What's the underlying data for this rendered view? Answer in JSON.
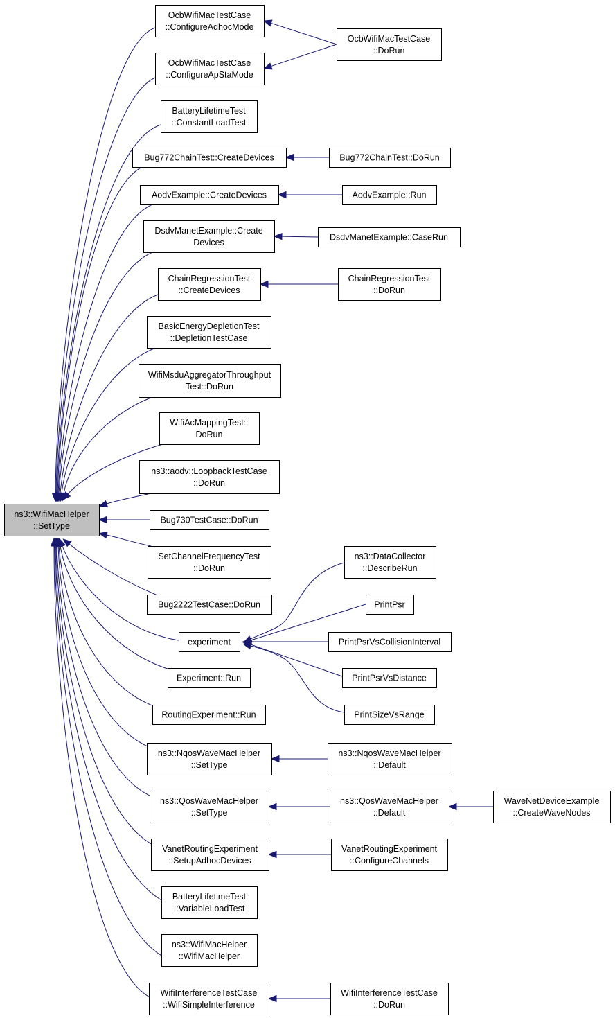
{
  "colors": {
    "edge": "#191970",
    "node_fill": "#ffffff",
    "root_fill": "#bfbfbf",
    "border": "#000000"
  },
  "nodes": {
    "root": [
      "ns3::WifiMacHelper",
      "::SetType"
    ],
    "ocb_adhoc": [
      "OcbWifiMacTestCase",
      "::ConfigureAdhocMode"
    ],
    "ocb_apsta": [
      "OcbWifiMacTestCase",
      "::ConfigureApStaMode"
    ],
    "ocb_dorun": [
      "OcbWifiMacTestCase",
      "::DoRun"
    ],
    "battery_const": [
      "BatteryLifetimeTest",
      "::ConstantLoadTest"
    ],
    "bug772_create": [
      "Bug772ChainTest::CreateDevices"
    ],
    "bug772_dorun": [
      "Bug772ChainTest::DoRun"
    ],
    "aodv_create": [
      "AodvExample::CreateDevices"
    ],
    "aodv_run": [
      "AodvExample::Run"
    ],
    "dsdv_create": [
      "DsdvManetExample::Create",
      "Devices"
    ],
    "dsdv_caserun": [
      "DsdvManetExample::CaseRun"
    ],
    "chain_create": [
      "ChainRegressionTest",
      "::CreateDevices"
    ],
    "chain_dorun": [
      "ChainRegressionTest",
      "::DoRun"
    ],
    "basic_energy": [
      "BasicEnergyDepletionTest",
      "::DepletionTestCase"
    ],
    "msdu": [
      "WifiMsduAggregatorThroughput",
      "Test::DoRun"
    ],
    "acmapping": [
      "WifiAcMappingTest::",
      "DoRun"
    ],
    "aodv_loopback": [
      "ns3::aodv::LoopbackTestCase",
      "::DoRun"
    ],
    "bug730": [
      "Bug730TestCase::DoRun"
    ],
    "setchannel": [
      "SetChannelFrequencyTest",
      "::DoRun"
    ],
    "bug2222": [
      "Bug2222TestCase::DoRun"
    ],
    "experiment": [
      "experiment"
    ],
    "datacollector": [
      "ns3::DataCollector",
      "::DescribeRun"
    ],
    "printpsr": [
      "PrintPsr"
    ],
    "printpsr_coll": [
      "PrintPsrVsCollisionInterval"
    ],
    "printpsr_dist": [
      "PrintPsrVsDistance"
    ],
    "printsize": [
      "PrintSizeVsRange"
    ],
    "experiment_run": [
      "Experiment::Run"
    ],
    "routing_run": [
      "RoutingExperiment::Run"
    ],
    "nqos_settype": [
      "ns3::NqosWaveMacHelper",
      "::SetType"
    ],
    "nqos_default": [
      "ns3::NqosWaveMacHelper",
      "::Default"
    ],
    "qos_settype": [
      "ns3::QosWaveMacHelper",
      "::SetType"
    ],
    "qos_default": [
      "ns3::QosWaveMacHelper",
      "::Default"
    ],
    "wave_create": [
      "WaveNetDeviceExample",
      "::CreateWaveNodes"
    ],
    "vanet_setup": [
      "VanetRoutingExperiment",
      "::SetupAdhocDevices"
    ],
    "vanet_config": [
      "VanetRoutingExperiment",
      "::ConfigureChannels"
    ],
    "battery_var": [
      "BatteryLifetimeTest",
      "::VariableLoadTest"
    ],
    "wifimachelper_ctor": [
      "ns3::WifiMacHelper",
      "::WifiMacHelper"
    ],
    "interf_simple": [
      "WifiInterferenceTestCase",
      "::WifiSimpleInterference"
    ],
    "interf_dorun": [
      "WifiInterferenceTestCase",
      "::DoRun"
    ]
  },
  "edges": [
    [
      "ocb_adhoc",
      "root"
    ],
    [
      "ocb_apsta",
      "root"
    ],
    [
      "battery_const",
      "root"
    ],
    [
      "bug772_create",
      "root"
    ],
    [
      "aodv_create",
      "root"
    ],
    [
      "dsdv_create",
      "root"
    ],
    [
      "chain_create",
      "root"
    ],
    [
      "basic_energy",
      "root"
    ],
    [
      "msdu",
      "root"
    ],
    [
      "acmapping",
      "root"
    ],
    [
      "aodv_loopback",
      "root"
    ],
    [
      "bug730",
      "root"
    ],
    [
      "setchannel",
      "root"
    ],
    [
      "bug2222",
      "root"
    ],
    [
      "experiment",
      "root"
    ],
    [
      "experiment_run",
      "root"
    ],
    [
      "routing_run",
      "root"
    ],
    [
      "nqos_settype",
      "root"
    ],
    [
      "qos_settype",
      "root"
    ],
    [
      "vanet_setup",
      "root"
    ],
    [
      "battery_var",
      "root"
    ],
    [
      "wifimachelper_ctor",
      "root"
    ],
    [
      "interf_simple",
      "root"
    ],
    [
      "ocb_dorun",
      "ocb_adhoc"
    ],
    [
      "ocb_dorun",
      "ocb_apsta"
    ],
    [
      "bug772_dorun",
      "bug772_create"
    ],
    [
      "aodv_run",
      "aodv_create"
    ],
    [
      "dsdv_caserun",
      "dsdv_create"
    ],
    [
      "chain_dorun",
      "chain_create"
    ],
    [
      "datacollector",
      "experiment"
    ],
    [
      "printpsr",
      "experiment"
    ],
    [
      "printpsr_coll",
      "experiment"
    ],
    [
      "printpsr_dist",
      "experiment"
    ],
    [
      "printsize",
      "experiment"
    ],
    [
      "nqos_default",
      "nqos_settype"
    ],
    [
      "qos_default",
      "qos_settype"
    ],
    [
      "wave_create",
      "qos_default"
    ],
    [
      "vanet_config",
      "vanet_setup"
    ],
    [
      "interf_dorun",
      "interf_simple"
    ]
  ]
}
